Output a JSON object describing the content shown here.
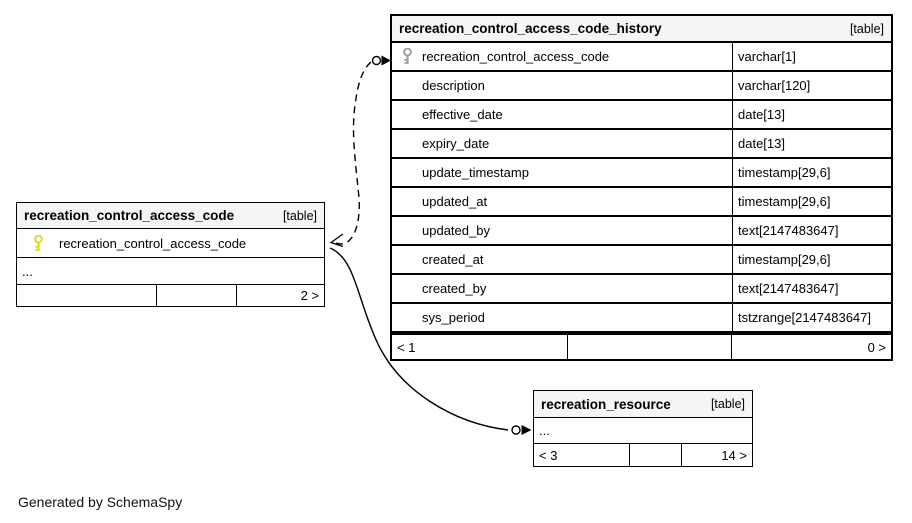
{
  "note": "Generated by SchemaSpy",
  "colors": {
    "border": "#000000",
    "header_bg": "#f5f5f5",
    "primary_key_icon": "#d9e018",
    "foreign_key_icon": "#a0a0a0"
  },
  "icons": {
    "primary_key": "key-icon",
    "foreign_key": "key-icon"
  },
  "tables": {
    "history": {
      "title": "recreation_control_access_code_history",
      "tag": "[table]",
      "columns": [
        {
          "name": "recreation_control_access_code",
          "type": "varchar[1]"
        },
        {
          "name": "description",
          "type": "varchar[120]"
        },
        {
          "name": "effective_date",
          "type": "date[13]"
        },
        {
          "name": "expiry_date",
          "type": "date[13]"
        },
        {
          "name": "update_timestamp",
          "type": "timestamp[29,6]"
        },
        {
          "name": "updated_at",
          "type": "timestamp[29,6]"
        },
        {
          "name": "updated_by",
          "type": "text[2147483647]"
        },
        {
          "name": "created_at",
          "type": "timestamp[29,6]"
        },
        {
          "name": "created_by",
          "type": "text[2147483647]"
        },
        {
          "name": "sys_period",
          "type": "tstzrange[2147483647]"
        }
      ],
      "footer": {
        "left": "< 1",
        "middle": "",
        "right": "0 >"
      }
    },
    "main": {
      "title": "recreation_control_access_code",
      "tag": "[table]",
      "pk_column": "recreation_control_access_code",
      "ellipsis": "...",
      "footer": {
        "left": "",
        "middle": "",
        "right": "2 >"
      }
    },
    "resource": {
      "title": "recreation_resource",
      "tag": "[table]",
      "ellipsis": "...",
      "footer": {
        "left": "< 3",
        "middle": "",
        "right": "14 >"
      }
    }
  }
}
